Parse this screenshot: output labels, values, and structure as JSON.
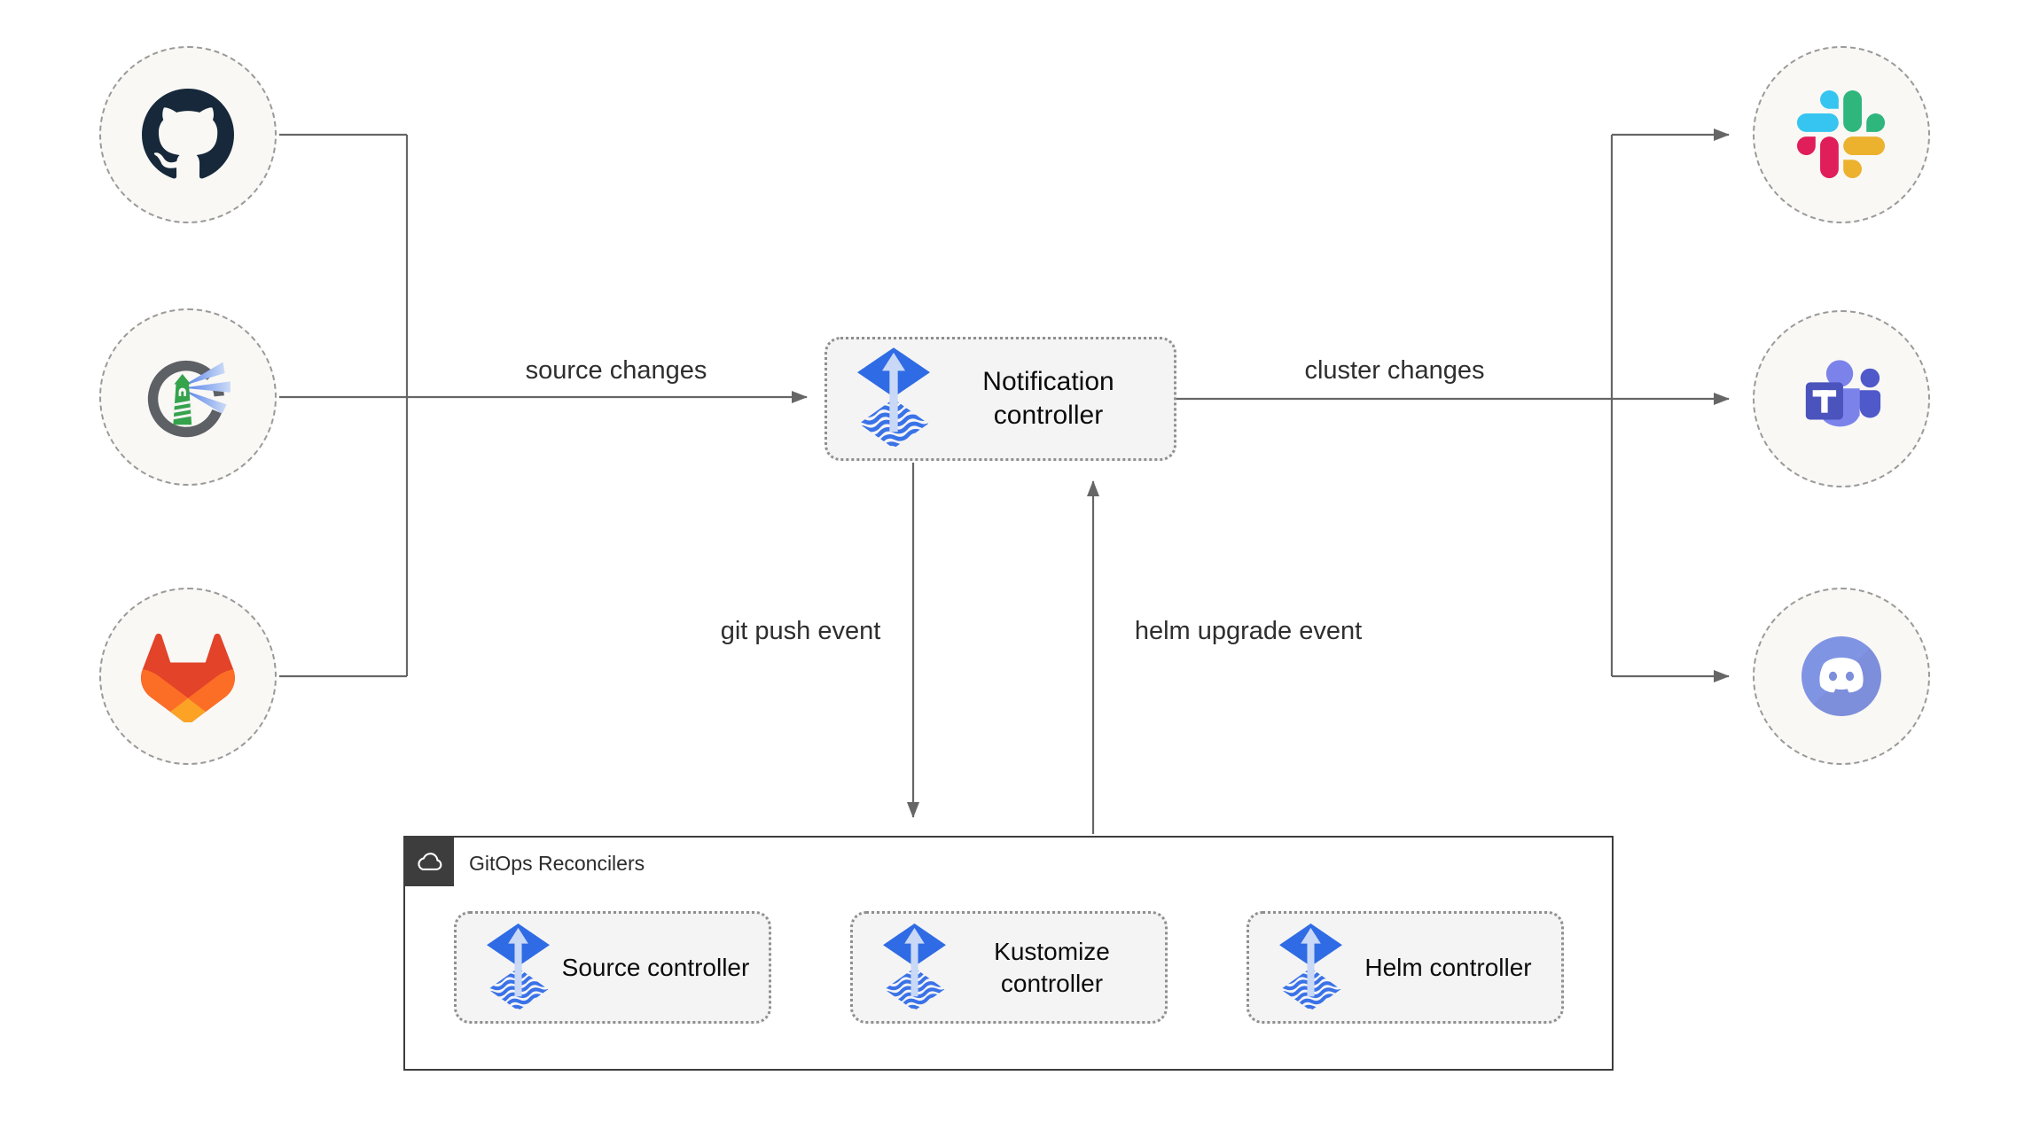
{
  "sources": [
    {
      "id": "github",
      "icon": "github-icon"
    },
    {
      "id": "harbor",
      "icon": "harbor-icon"
    },
    {
      "id": "gitlab",
      "icon": "gitlab-icon"
    }
  ],
  "targets": [
    {
      "id": "slack",
      "icon": "slack-icon"
    },
    {
      "id": "teams",
      "icon": "microsoft-teams-icon"
    },
    {
      "id": "discord",
      "icon": "discord-icon"
    }
  ],
  "notification_controller": {
    "label": "Notification controller",
    "icon": "flux-icon"
  },
  "edges": {
    "source_changes": "source changes",
    "cluster_changes": "cluster changes",
    "git_push_event": "git push event",
    "helm_upgrade_event": "helm upgrade event"
  },
  "reconcilers": {
    "label": "GitOps Reconcilers",
    "icon": "cloud-icon",
    "controllers": [
      {
        "label": "Source controller",
        "icon": "flux-icon"
      },
      {
        "label": "Kustomize controller",
        "icon": "flux-icon"
      },
      {
        "label": "Helm controller",
        "icon": "flux-icon"
      }
    ]
  },
  "colors": {
    "flux_blue": "#2f6be4",
    "flux_wave_blue": "#3a72e8",
    "flux_arrow_light": "#c9d8f6",
    "connector_gray": "#666666",
    "box_fill": "#f4f4f4",
    "box_border": "#8f8f8f",
    "circle_fill": "#f9f8f5",
    "circle_border": "#9a9a9a",
    "container_border": "#3d3d3d",
    "github_dark": "#16283a",
    "harbor_ring": "#5d6065",
    "harbor_green": "#35a24c",
    "gitlab_red": "#e24329",
    "gitlab_orange": "#fc6d26",
    "gitlab_yellow": "#fca326",
    "slack_blue": "#36c5f0",
    "slack_green": "#2eb67d",
    "slack_yellow": "#ecb22e",
    "slack_pink": "#e01e5a",
    "teams_light": "#7b83eb",
    "teams_mid": "#5059c9",
    "teams_dark": "#4b53bc",
    "discord_blurple": "#8094e4"
  }
}
